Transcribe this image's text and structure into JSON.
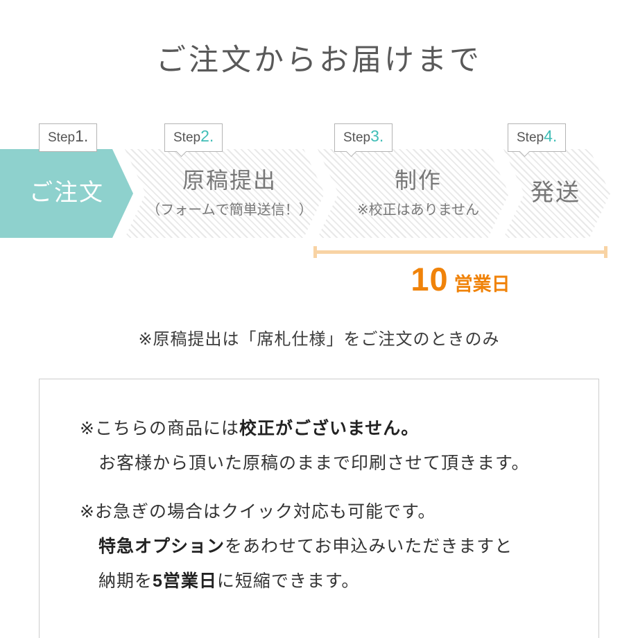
{
  "title": "ご注文からお届けまで",
  "steps": [
    {
      "prefix": "Step",
      "num": "1.",
      "label": "ご注文",
      "sub": ""
    },
    {
      "prefix": "Step",
      "num": "2.",
      "label": "原稿提出",
      "sub": "（フォームで簡単送信！）"
    },
    {
      "prefix": "Step",
      "num": "3.",
      "label": "制作",
      "sub": "※校正はありません"
    },
    {
      "prefix": "Step",
      "num": "4.",
      "label": "発送",
      "sub": ""
    }
  ],
  "duration": {
    "number": "10",
    "unit": "営業日"
  },
  "note": "※原稿提出は「席札仕様」をご注文のときのみ",
  "info_box": {
    "para1": {
      "pre": "※こちらの商品には",
      "bold": "校正がございません。",
      "line2": "お客様から頂いた原稿のままで印刷させて頂きます。"
    },
    "para2": {
      "line1": "※お急ぎの場合はクイック対応も可能です。",
      "line2_bold": "特急オプション",
      "line2_rest": "をあわせてお申込みいただきますと",
      "line3_pre": "納期を",
      "line3_bold": "5営業日",
      "line3_rest": "に短縮できます。"
    }
  },
  "colors": {
    "teal_fill": "#8ed1cd",
    "teal_accent": "#3fbdb6",
    "orange_text": "#f0830a",
    "orange_bar": "#f8d3a4"
  }
}
